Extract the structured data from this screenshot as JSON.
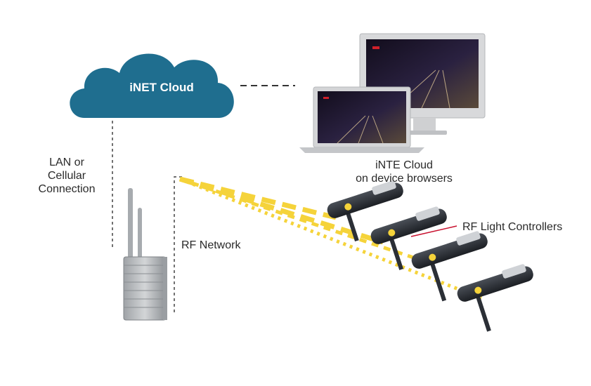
{
  "cloud": {
    "label": "iNET Cloud"
  },
  "connection": {
    "lines": [
      "LAN or",
      "Cellular",
      "Connection"
    ]
  },
  "rf_network": {
    "label": "RF Network"
  },
  "browsers": {
    "lines": [
      "iNTE Cloud",
      "on device browsers"
    ]
  },
  "controllers": {
    "label": "RF Light Controllers"
  },
  "colors": {
    "cloud": "#1f6e8f",
    "rf_link": "#f5d33a",
    "dashed_line": "#333333",
    "pointer": "#c8102e",
    "gateway": "#b9bcbf",
    "fixture": "#2b2f36"
  }
}
